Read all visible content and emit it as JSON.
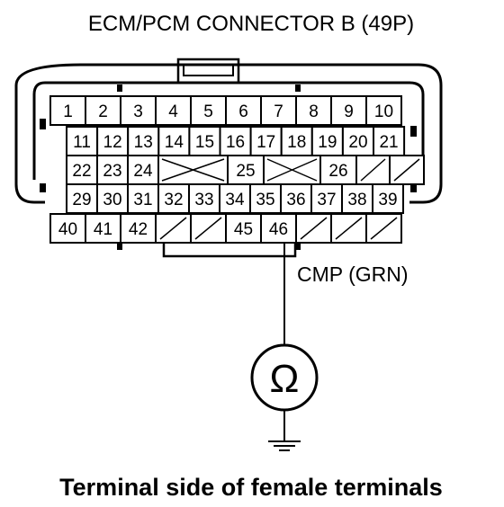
{
  "title": "ECM/PCM CONNECTOR B (49P)",
  "caption": "Terminal side of female terminals",
  "wire_label": "CMP (GRN)",
  "meter_symbol": "Ω",
  "meter_icon": "ohmmeter-icon",
  "ground_icon": "ground-icon",
  "probed_terminal": "46",
  "terminal_rows": [
    [
      {
        "n": "1"
      },
      {
        "n": "2"
      },
      {
        "n": "3"
      },
      {
        "n": "4"
      },
      {
        "n": "5"
      },
      {
        "n": "6"
      },
      {
        "n": "7"
      },
      {
        "n": "8"
      },
      {
        "n": "9"
      },
      {
        "n": "10"
      }
    ],
    [
      {
        "n": "11"
      },
      {
        "n": "12"
      },
      {
        "n": "13"
      },
      {
        "n": "14"
      },
      {
        "n": "15"
      },
      {
        "n": "16"
      },
      {
        "n": "17"
      },
      {
        "n": "18"
      },
      {
        "n": "19"
      },
      {
        "n": "20"
      },
      {
        "n": "21"
      }
    ],
    [
      {
        "n": "22"
      },
      {
        "n": "23"
      },
      {
        "n": "24"
      },
      {
        "x": true
      },
      {
        "n": "25"
      },
      {
        "x": true
      },
      {
        "n": "26"
      },
      {
        "s": true
      },
      {
        "s": true
      }
    ],
    [
      {
        "n": "29"
      },
      {
        "n": "30"
      },
      {
        "n": "31"
      },
      {
        "n": "32"
      },
      {
        "n": "33"
      },
      {
        "n": "34"
      },
      {
        "n": "35"
      },
      {
        "n": "36"
      },
      {
        "n": "37"
      },
      {
        "n": "38"
      },
      {
        "n": "39"
      }
    ],
    [
      {
        "n": "40"
      },
      {
        "n": "41"
      },
      {
        "n": "42"
      },
      {
        "s": true
      },
      {
        "s": true
      },
      {
        "n": "45"
      },
      {
        "n": "46"
      },
      {
        "s": true
      },
      {
        "s": true
      },
      {
        "s": true
      }
    ]
  ]
}
